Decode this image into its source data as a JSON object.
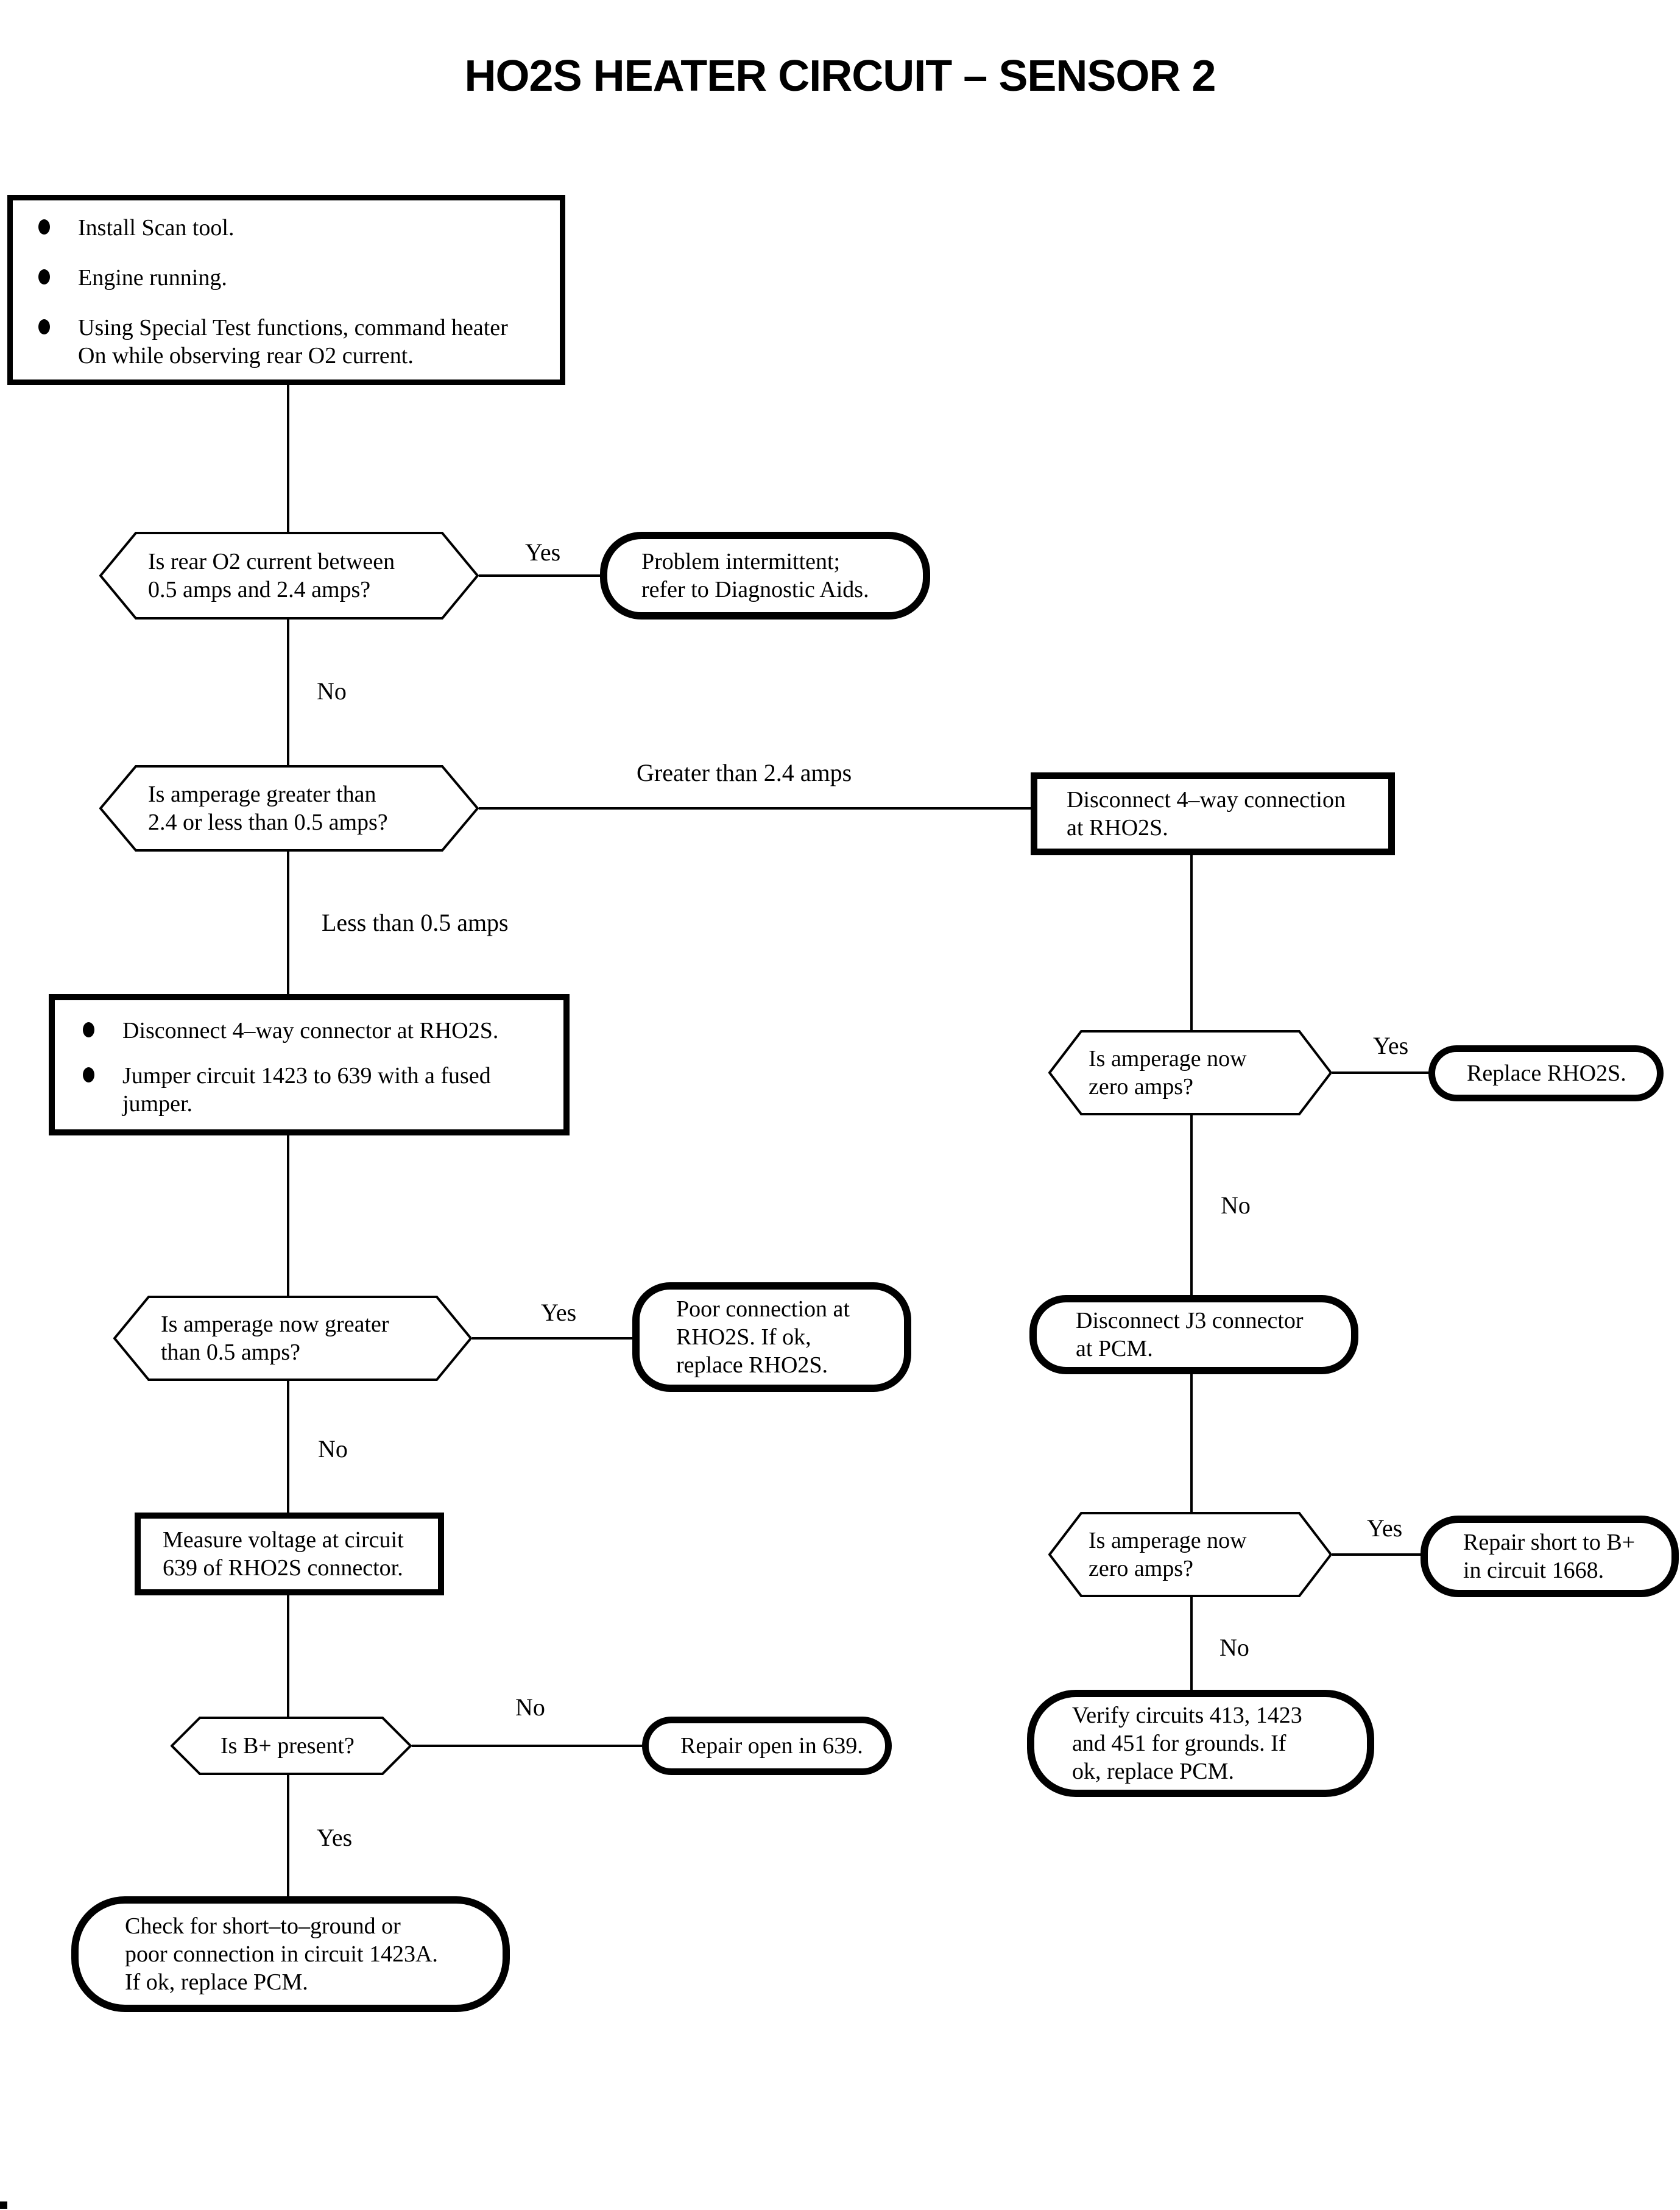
{
  "title": "HO2S HEATER CIRCUIT – SENSOR 2",
  "labels": {
    "yes": "Yes",
    "no": "No",
    "greater": "Greater than 2.4 amps",
    "less": "Less than 0.5 amps"
  },
  "nodes": {
    "start": {
      "items": [
        [
          "Install Scan tool."
        ],
        [
          "Engine running."
        ],
        [
          "Using Special Test functions, command heater",
          "On while observing rear O2 current."
        ]
      ]
    },
    "q_rear_current": {
      "lines": [
        "Is rear O2 current between",
        "0.5 amps and 2.4 amps?"
      ]
    },
    "a_intermittent": {
      "lines": [
        "Problem intermittent;",
        "refer to Diagnostic Aids."
      ]
    },
    "q_amperage_range": {
      "lines": [
        "Is amperage greater than",
        "2.4 or less than 0.5 amps?"
      ]
    },
    "a_disconnect_4way": {
      "lines": [
        "Disconnect 4–way connection",
        "at RHO2S."
      ]
    },
    "jumper": {
      "items": [
        [
          "Disconnect 4–way connector at RHO2S."
        ],
        [
          "Jumper circuit 1423 to 639 with a fused",
          "jumper."
        ]
      ]
    },
    "q_zero_amps_1": {
      "lines": [
        "Is amperage now",
        "zero amps?"
      ]
    },
    "a_replace_rho2s": {
      "lines": [
        "Replace RHO2S."
      ]
    },
    "a_disconnect_j3": {
      "lines": [
        "Disconnect J3 connector",
        "at PCM."
      ]
    },
    "q_zero_amps_2": {
      "lines": [
        "Is amperage now",
        "zero amps?"
      ]
    },
    "a_repair_short": {
      "lines": [
        "Repair short to B+",
        "in circuit 1668."
      ]
    },
    "a_verify_grounds": {
      "lines": [
        "Verify circuits 413, 1423",
        "and 451 for grounds. If",
        "ok, replace PCM."
      ]
    },
    "q_greater_05": {
      "lines": [
        "Is amperage now greater",
        "than 0.5 amps?"
      ]
    },
    "a_poor_connection": {
      "lines": [
        "Poor connection at",
        "RHO2S. If ok,",
        "replace RHO2S."
      ]
    },
    "measure_voltage": {
      "lines": [
        "Measure voltage at circuit",
        "639 of RHO2S connector."
      ]
    },
    "q_b_present": {
      "lines": [
        "Is B+ present?"
      ]
    },
    "a_repair_open": {
      "lines": [
        "Repair open in 639."
      ]
    },
    "a_check_short": {
      "lines": [
        "Check for short–to–ground or",
        "poor connection in circuit 1423A.",
        "If ok, replace PCM."
      ]
    }
  }
}
